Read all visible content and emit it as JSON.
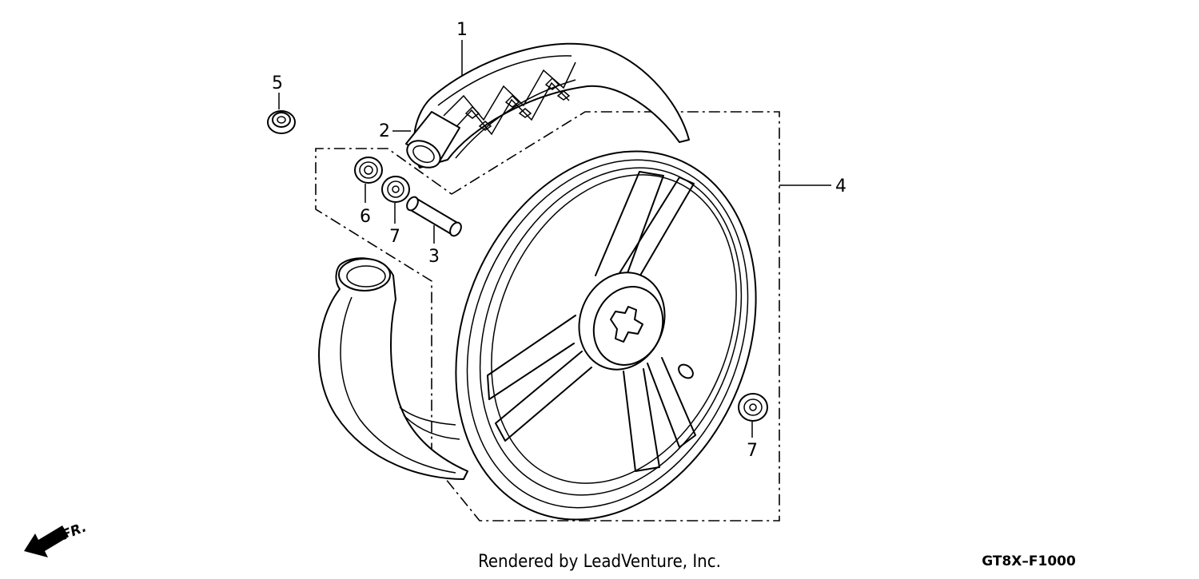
{
  "diagram": {
    "callouts": [
      {
        "id": "1",
        "label": "1"
      },
      {
        "id": "2",
        "label": "2"
      },
      {
        "id": "3",
        "label": "3"
      },
      {
        "id": "4",
        "label": "4"
      },
      {
        "id": "5",
        "label": "5"
      },
      {
        "id": "6",
        "label": "6"
      },
      {
        "id": "7a",
        "label": "7"
      },
      {
        "id": "7b",
        "label": "7"
      }
    ],
    "direction_label": "FR.",
    "credit": "Rendered by LeadVenture, Inc.",
    "diagram_code": "GT8X–F1000"
  }
}
